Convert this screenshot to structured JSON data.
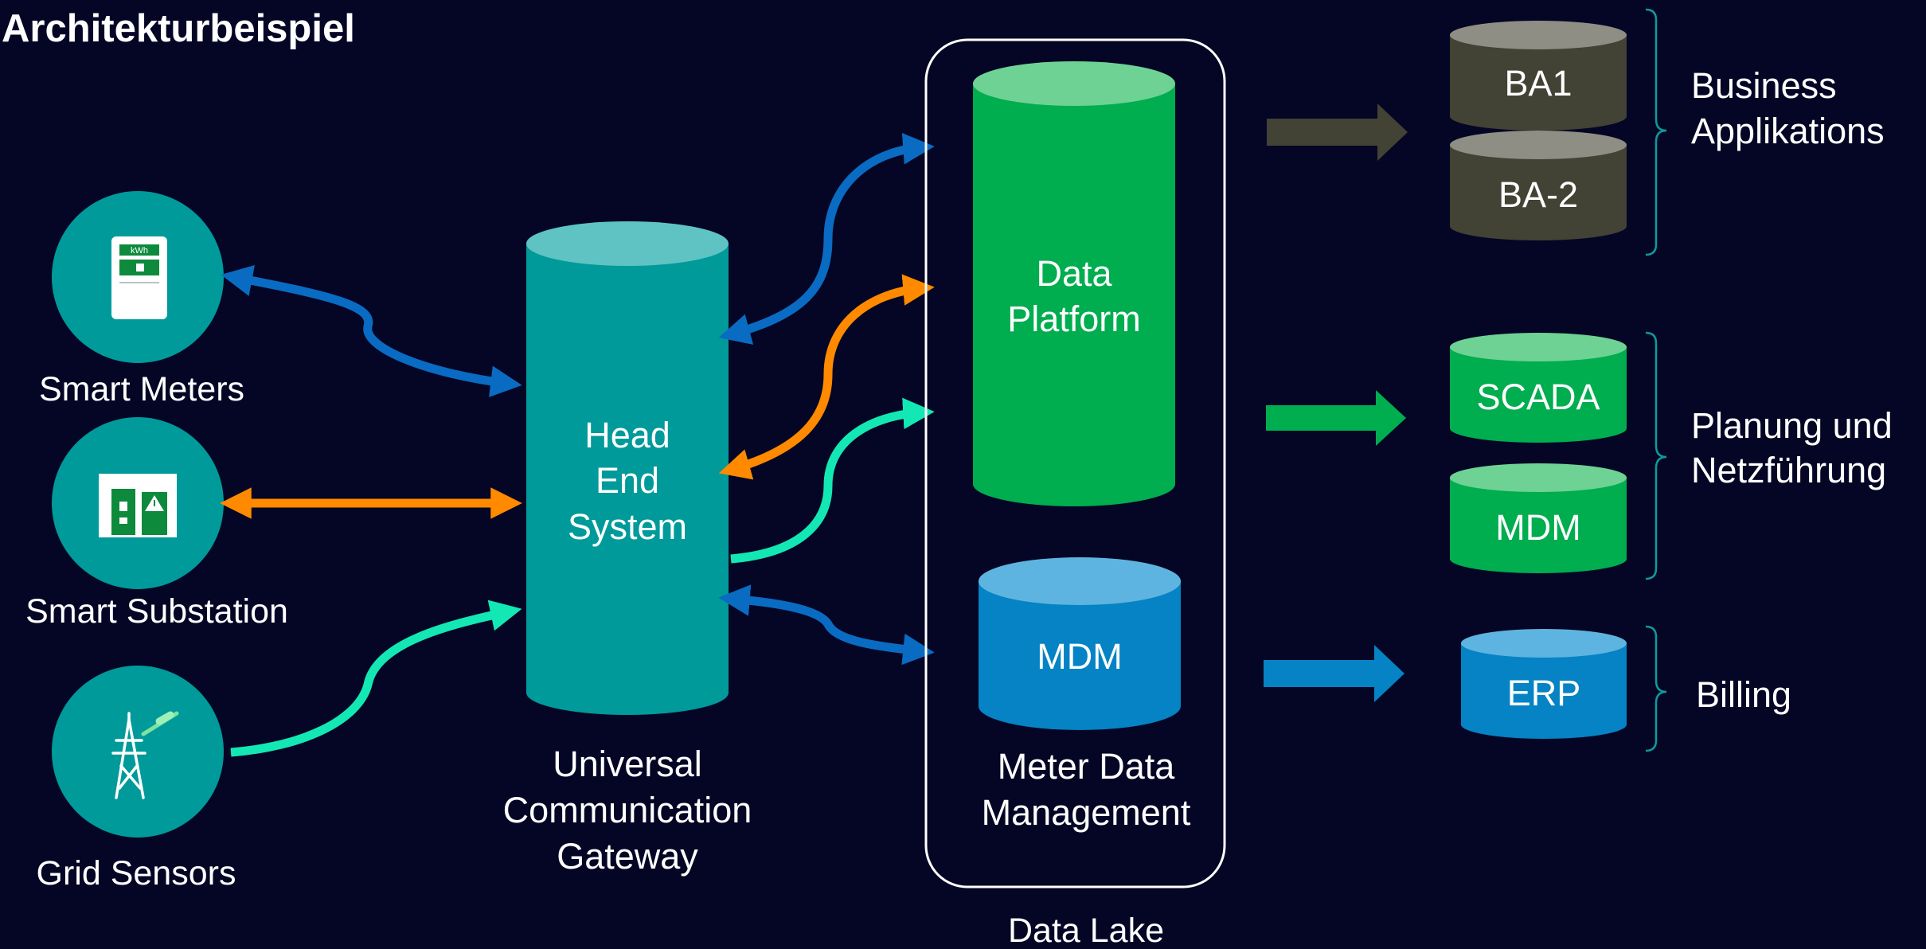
{
  "title": "Architekturbeispiel",
  "colors": {
    "background": "#050625",
    "teal": "#009a9a",
    "green": "#00ad4f",
    "blue": "#0583c4",
    "dark_olive": "#424235",
    "orange": "#ff8a00",
    "mint": "#13e8b5",
    "arrow_blue": "#0a6bc2"
  },
  "devices": [
    {
      "label": "Smart Meters",
      "icon": "smart-meter-icon",
      "meter_text": "kWh"
    },
    {
      "label": "Smart Substation",
      "icon": "substation-icon"
    },
    {
      "label": "Grid Sensors",
      "icon": "power-tower-icon"
    }
  ],
  "head_end": {
    "lines": [
      "Head",
      "End",
      "System"
    ]
  },
  "gateway_caption": [
    "Universal",
    "Communication",
    "Gateway"
  ],
  "data_lake": {
    "platform_lines": [
      "Data",
      "Platform"
    ],
    "mdm_label": "MDM",
    "caption_lines": [
      "Meter Data",
      "Management"
    ],
    "footer": "Data Lake"
  },
  "targets": {
    "business": {
      "items": [
        "BA1",
        "BA-2"
      ],
      "lines": [
        "Business",
        "Applikations"
      ]
    },
    "planning": {
      "items": [
        "SCADA",
        "MDM"
      ],
      "lines": [
        "Planung und",
        "Netzführung"
      ]
    },
    "billing": {
      "items": [
        "ERP"
      ],
      "lines": [
        "Billing"
      ]
    }
  }
}
